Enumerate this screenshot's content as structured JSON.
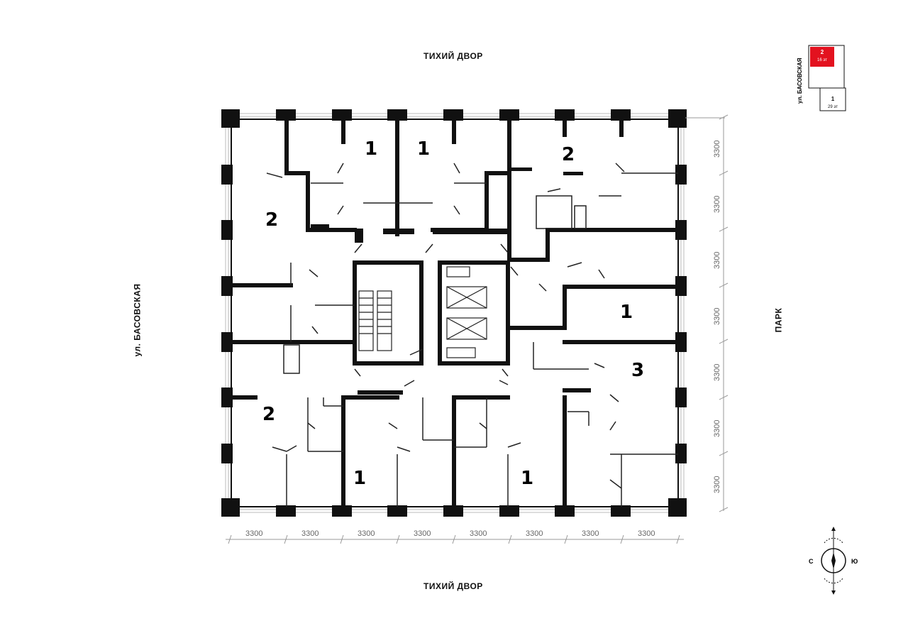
{
  "labels": {
    "top": "ТИХИЙ ДВОР",
    "bottom": "ТИХИЙ ДВОР",
    "left": "ул. БАСОВСКАЯ",
    "right": "ПАРК"
  },
  "rooms": [
    "1",
    "1",
    "2",
    "2",
    "1",
    "3",
    "2",
    "1",
    "1"
  ],
  "dimensions": {
    "top_right": [
      "3300",
      "3300",
      "3300",
      "3300",
      "3300",
      "3300",
      "3300"
    ],
    "bottom": [
      "3300",
      "3300",
      "3300",
      "3300",
      "3300",
      "3300",
      "3300",
      "3300"
    ]
  },
  "mini_map": {
    "street": "ул. БАСОВСКАЯ",
    "block_2_num": "2",
    "block_2_floors": "16 эт",
    "block_1_num": "1",
    "block_1_floors": "29 эт",
    "active_color": "#e3121f"
  },
  "compass": {
    "west": "С",
    "east": "Ю"
  },
  "colors": {
    "wall": "#111111",
    "window": "#bbbbbb"
  }
}
